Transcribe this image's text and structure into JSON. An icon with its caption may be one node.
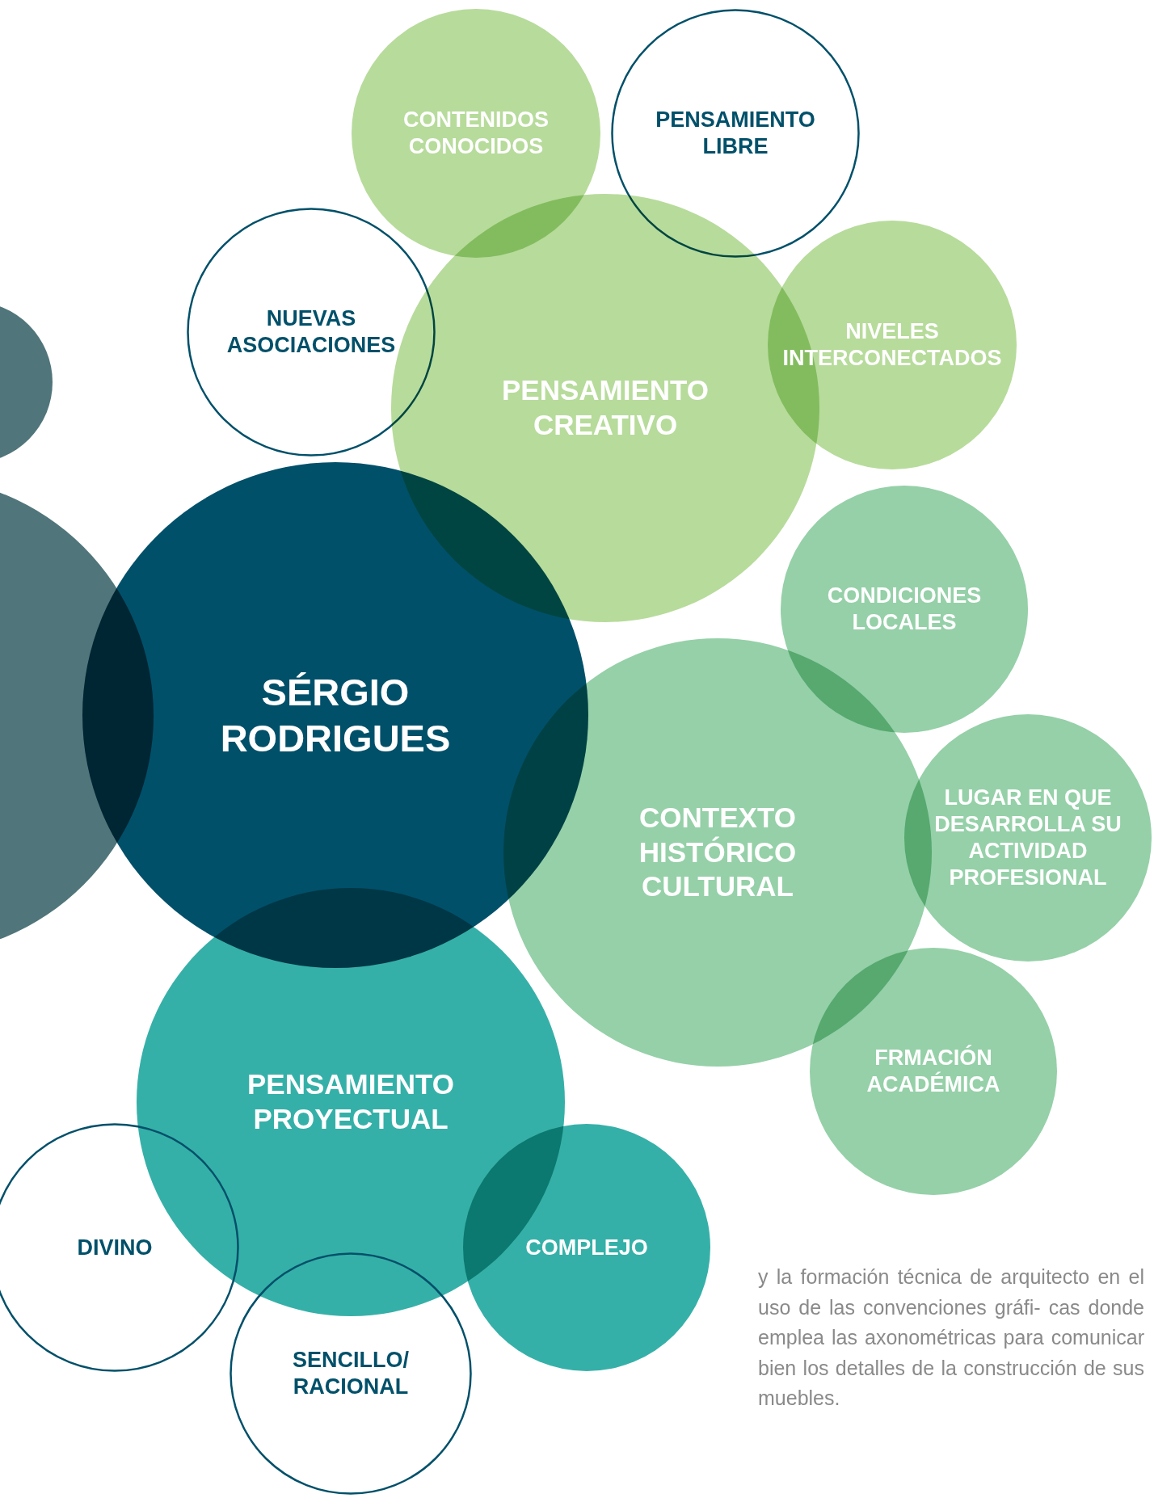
{
  "diagram": {
    "nodes": [
      {
        "text": [
          "CONTENIDOS CONOCIDOS"
        ]
      },
      {
        "text": [
          "PENSAMIENTO LIBRE"
        ]
      },
      {
        "text": [],
        "shape": "circle"
      },
      {
        "text": [
          "NUEVAS ASOCIACIONES"
        ]
      },
      {
        "text": [
          "NIVELES INTERCONECTADOS"
        ]
      },
      {
        "text": [
          "PENSAMIENTO CREATIVO"
        ]
      },
      {
        "text": [],
        "shape": "circle"
      },
      {
        "text": [
          "CONDICIONES LOCALES"
        ]
      },
      {
        "text": [
          "SÉRGIO RODRIGUES"
        ]
      },
      {
        "text": [
          "CONTEXTO HISTÓRICO CULTURAL"
        ]
      },
      {
        "text": [
          "LUGAR EN QUE DESARROLLA SU ACTIVIDAD PROFESIONAL"
        ]
      },
      {
        "text": [
          "FRMACIÓN ACADÉMICA"
        ]
      },
      {
        "text": [
          "PENSAMIENTO PROYECTUAL"
        ]
      },
      {
        "text": [
          "DIVINO"
        ]
      },
      {
        "text": [
          "COMPLEJO"
        ]
      },
      {
        "text": [
          "SENCILLO/ RACIONAL"
        ]
      }
    ],
    "labels": [
      "y la formación técnica de arquitecto en el uso de las convenciones gráfi- cas donde emplea las axonométricas para comunicar bien los detalles de la construcción de sus muebles."
    ]
  }
}
